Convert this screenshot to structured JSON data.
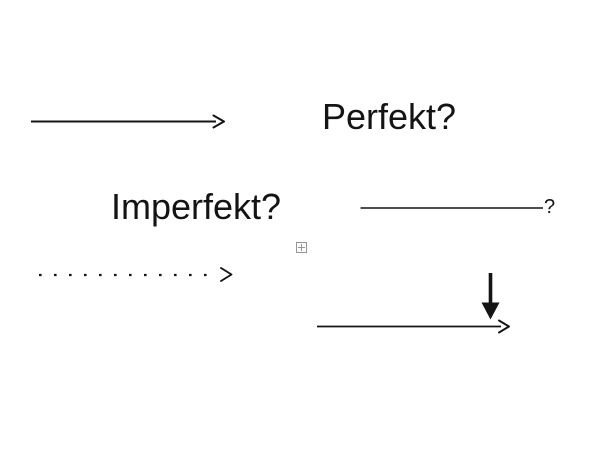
{
  "page": {
    "background": "#ffffff",
    "ink": "#141414",
    "anchor_gray": "#969696"
  },
  "labels": {
    "perfekt": "Perfekt?",
    "imperfekt": "Imperfekt?",
    "line_question_suffix": "?"
  },
  "icons": {
    "anchor": "object-anchor-icon"
  },
  "shapes": [
    {
      "name": "top-left-arrow",
      "type": "arrow",
      "style": "solid",
      "direction": "right",
      "head": "open-chevron"
    },
    {
      "name": "question-line",
      "type": "line",
      "style": "solid",
      "suffix": "?"
    },
    {
      "name": "dotted-arrow",
      "type": "arrow",
      "style": "dotted",
      "direction": "right",
      "head": "open-chevron"
    },
    {
      "name": "down-arrow",
      "type": "arrow",
      "style": "solid-thick",
      "direction": "down",
      "head": "filled-triangle"
    },
    {
      "name": "bottom-arrow",
      "type": "arrow",
      "style": "solid",
      "direction": "right",
      "head": "open-chevron"
    }
  ]
}
